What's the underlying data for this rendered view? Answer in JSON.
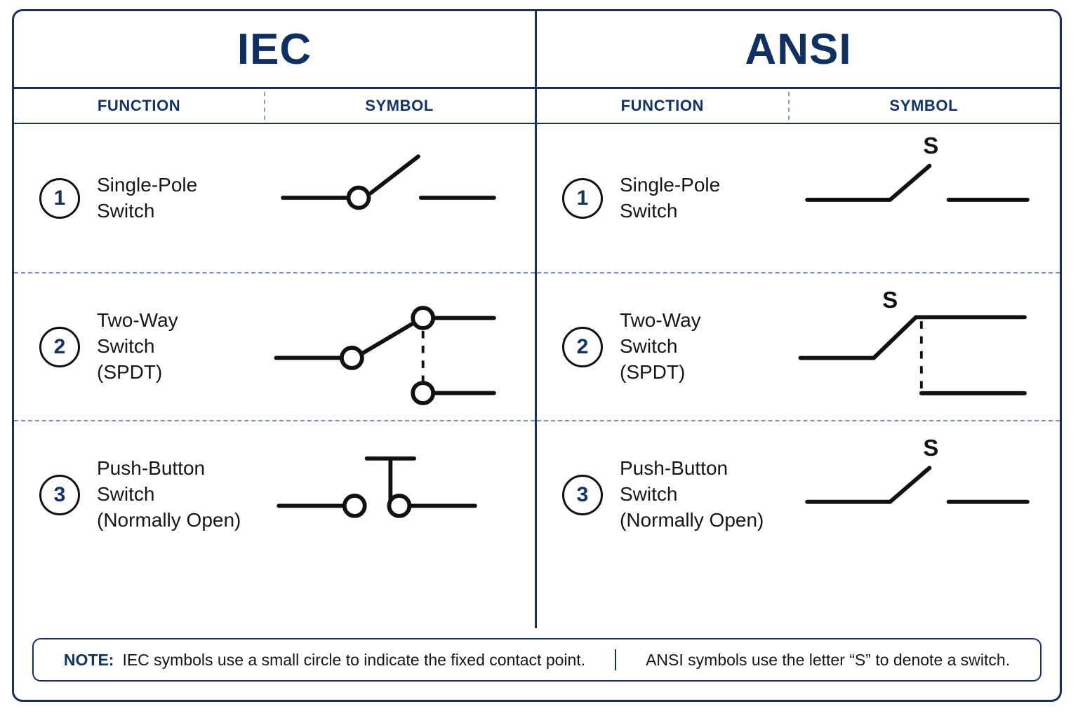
{
  "panels": [
    {
      "standard": "IEC",
      "columns": {
        "function": "FUNCTION",
        "symbol": "SYMBOL"
      },
      "rows": [
        {
          "number": "1",
          "function": "Single-Pole\nSwitch",
          "symbol_kind": "iec-spst"
        },
        {
          "number": "2",
          "function": "Two-Way\nSwitch\n(SPDT)",
          "symbol_kind": "iec-spdt"
        },
        {
          "number": "3",
          "function": "Push-Button\nSwitch\n(Normally Open)",
          "symbol_kind": "iec-pushbutton"
        }
      ]
    },
    {
      "standard": "ANSI",
      "columns": {
        "function": "FUNCTION",
        "symbol": "SYMBOL"
      },
      "rows": [
        {
          "number": "1",
          "function": "Single-Pole\nSwitch",
          "symbol_kind": "ansi-spst",
          "symbol_letter": "S"
        },
        {
          "number": "2",
          "function": "Two-Way\nSwitch\n(SPDT)",
          "symbol_kind": "ansi-spdt",
          "symbol_letter": "S"
        },
        {
          "number": "3",
          "function": "Push-Button\nSwitch\n(Normally Open)",
          "symbol_kind": "ansi-pushbutton",
          "symbol_letter": "S"
        }
      ]
    }
  ],
  "note": {
    "label": "NOTE:",
    "iec_text": "IEC symbols use a small circle to indicate the fixed contact point.",
    "ansi_text": "ANSI symbols use the letter “S” to denote a switch."
  },
  "colors": {
    "border": "#1b2f5e",
    "title": "#10305f",
    "header_text": "#123463",
    "body_text": "#15161a",
    "dashed_divider": "#8a9cc0",
    "symbol_stroke": "#111111"
  }
}
